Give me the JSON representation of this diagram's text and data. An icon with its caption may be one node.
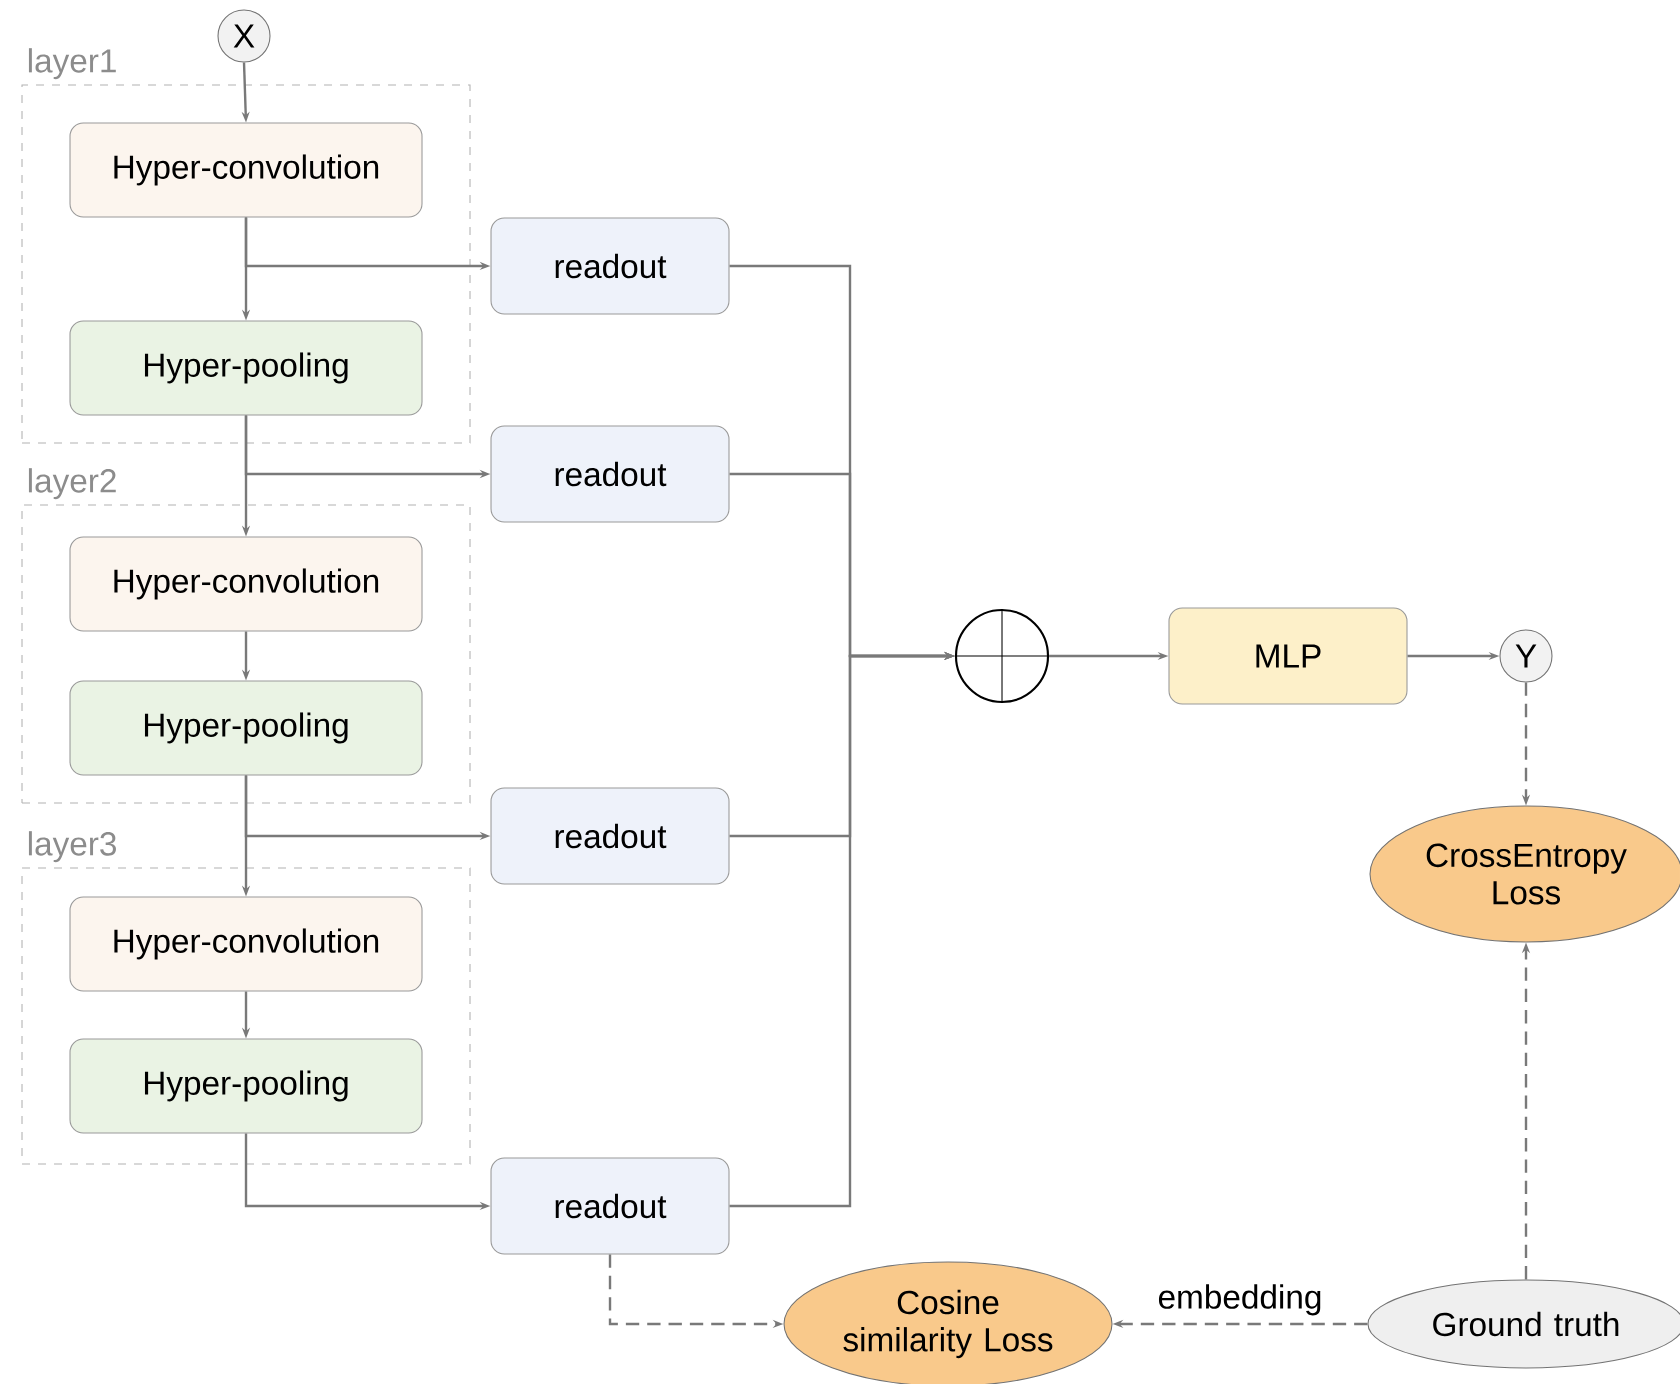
{
  "diagram": {
    "nodes": [
      {
        "text": [
          "X"
        ]
      },
      {
        "text": [
          "layer1"
        ]
      },
      {
        "text": [
          "Hyper-convolution"
        ],
        "in": 1
      },
      {
        "text": [
          "Hyper-pooling"
        ],
        "in": 1
      },
      {
        "text": [
          "layer2"
        ]
      },
      {
        "text": [
          "Hyper-convolution"
        ],
        "in": 4
      },
      {
        "text": [
          "Hyper-pooling"
        ],
        "in": 4
      },
      {
        "text": [
          "layer3"
        ]
      },
      {
        "text": [
          "Hyper-convolution"
        ],
        "in": 7
      },
      {
        "text": [
          "Hyper-pooling"
        ],
        "in": 7
      },
      {
        "text": [
          "readout"
        ]
      },
      {
        "text": [
          "readout"
        ]
      },
      {
        "text": [
          "readout"
        ]
      },
      {
        "text": [
          "readout"
        ]
      },
      {
        "text": [],
        "shape": "circle"
      },
      {
        "text": [
          "MLP"
        ]
      },
      {
        "text": [
          "Y"
        ]
      },
      {
        "text": [
          "CrossEntropy Loss"
        ]
      },
      {
        "text": [
          "Cosine similarity Loss"
        ]
      },
      {
        "text": [
          "Ground truth"
        ]
      }
    ],
    "edges": [
      {
        "from": 0,
        "to": 2,
        "arrow": "to"
      },
      {
        "from": 2,
        "to": 3,
        "arrow": "to"
      },
      {
        "from": 2,
        "to": 10,
        "arrow": "to"
      },
      {
        "from": 3,
        "to": 5,
        "arrow": "to"
      },
      {
        "from": 3,
        "to": 11,
        "arrow": "to"
      },
      {
        "from": 5,
        "to": 6,
        "arrow": "to"
      },
      {
        "from": 6,
        "to": 8,
        "arrow": "to"
      },
      {
        "from": 6,
        "to": 12,
        "arrow": "to"
      },
      {
        "from": 8,
        "to": 9,
        "arrow": "to"
      },
      {
        "from": 9,
        "to": 13,
        "arrow": "to"
      },
      {
        "from": 10,
        "to": 14,
        "arrow": "to"
      },
      {
        "from": 11,
        "to": 14,
        "arrow": "to"
      },
      {
        "from": 12,
        "to": 14,
        "arrow": "to"
      },
      {
        "from": 13,
        "to": 14,
        "arrow": "to"
      },
      {
        "from": 14,
        "to": 15,
        "arrow": "to"
      },
      {
        "from": 15,
        "to": 16,
        "arrow": "to"
      },
      {
        "from": 16,
        "to": 17,
        "arrow": "to",
        "style": "dashed"
      },
      {
        "from": 19,
        "to": 17,
        "arrow": "to",
        "style": "dashed"
      },
      {
        "from": 19,
        "to": 18,
        "arrow": "to",
        "style": "dashed",
        "label": "embedding"
      },
      {
        "from": 13,
        "to": 18,
        "arrow": "to",
        "style": "dashed"
      }
    ]
  }
}
